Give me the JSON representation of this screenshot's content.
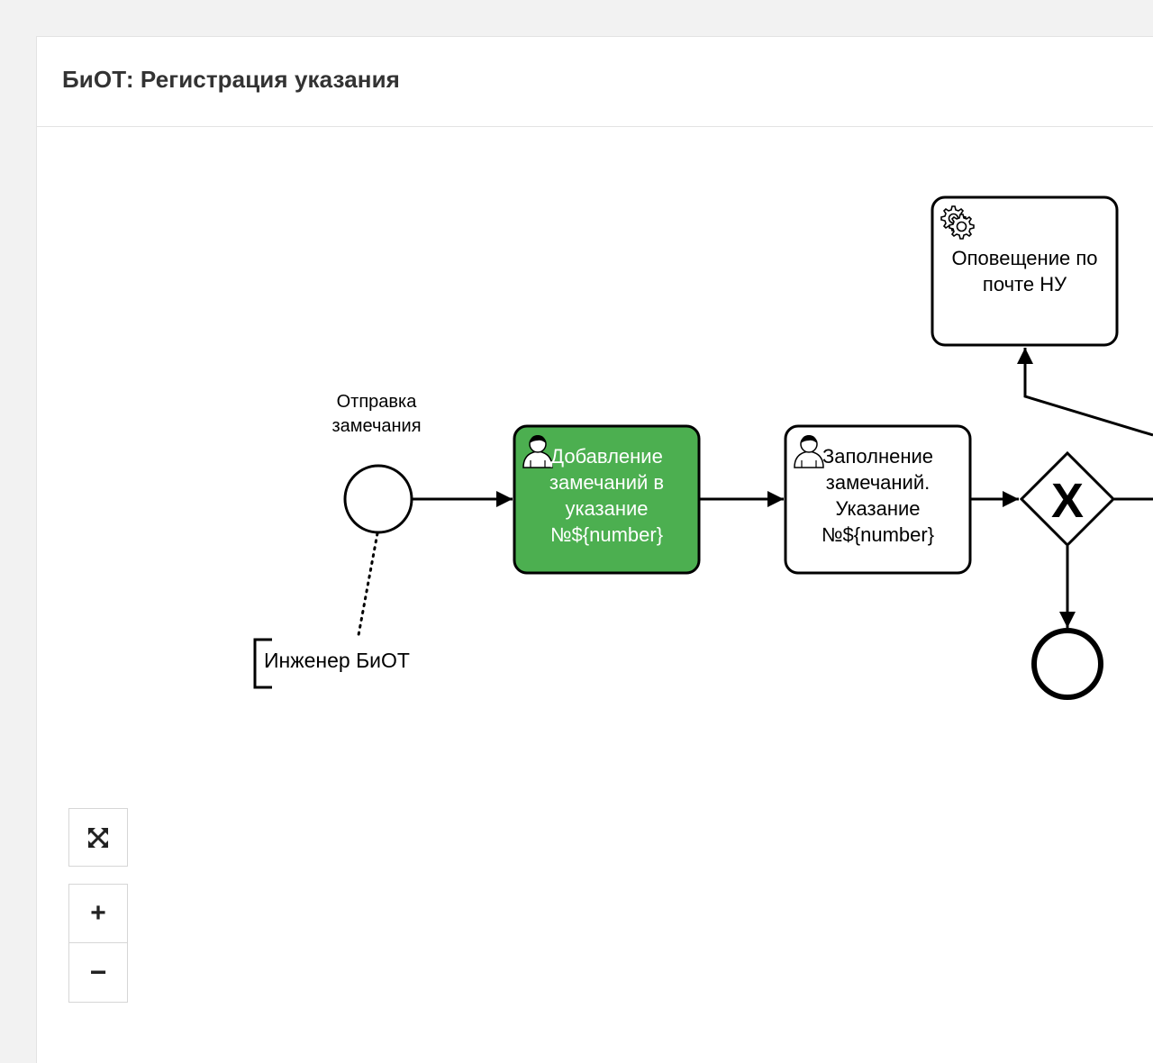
{
  "header": {
    "title": "БиОТ: Регистрация указания"
  },
  "diagram": {
    "start_event_label": [
      "Отправка",
      "замечания"
    ],
    "annotation_text": "Инженер БиОТ",
    "task_add_remarks": [
      "Добавление",
      "замечаний в",
      "указание",
      "№${number}"
    ],
    "task_fill_remarks": [
      "Заполнение",
      "замечаний.",
      "Указание",
      "№${number}"
    ],
    "task_email_notify": [
      "Оповещение по",
      "почте НУ"
    ],
    "gateway_symbol": "X",
    "active_task_color": "#4caf50",
    "stroke_color": "#000000"
  },
  "controls": {
    "fit_icon": "fit-view-icon",
    "zoom_in_label": "+",
    "zoom_out_label": "−"
  }
}
